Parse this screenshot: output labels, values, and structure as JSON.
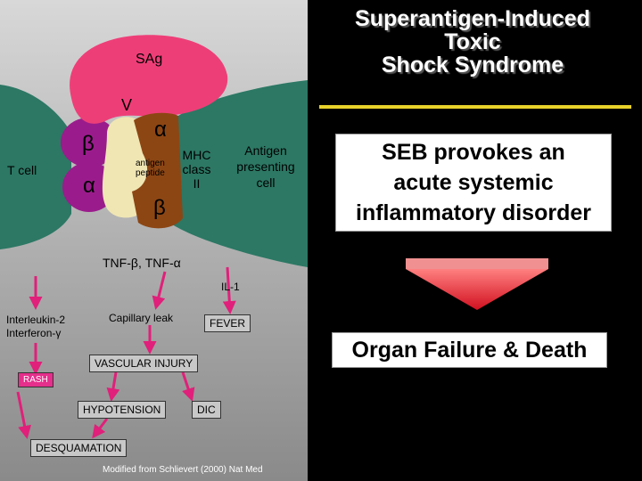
{
  "title": {
    "line1": "Superantigen-Induced",
    "line2": "Toxic",
    "line3": "Shock Syndrome"
  },
  "seb_box": {
    "line1": "SEB provokes an",
    "line2": "acute systemic",
    "line3": "inflammatory disorder"
  },
  "outcome_box": {
    "text": "Organ Failure & Death"
  },
  "diagram": {
    "sag_label": "SAg",
    "v_label": "V",
    "t_cell_label": "T cell",
    "tcr_beta": "β",
    "tcr_alpha": "α",
    "mhc_alpha": "α",
    "mhc_beta": "β",
    "antigen_peptide_line1": "antigen",
    "antigen_peptide_line2": "peptide",
    "mhc_line1": "MHC",
    "mhc_line2": "class",
    "mhc_line3": "II",
    "apc_line1": "Antigen",
    "apc_line2": "presenting",
    "apc_line3": "cell",
    "tnf_label_prefix": "TNF-",
    "tnf_beta": "β",
    "tnf_mid": ", TNF-",
    "tnf_alpha": "α",
    "il1": "IL-1",
    "il2_line1": "Interleukin-2",
    "il2_line2_prefix": "Interferon-",
    "gamma": "γ",
    "capillary_leak": "Capillary leak",
    "fever": "FEVER",
    "vascular_injury": "VASCULAR INJURY",
    "rash": "RASH",
    "hypotension": "HYPOTENSION",
    "dic": "DIC",
    "desquamation": "DESQUAMATION",
    "citation": "Modified from Schlievert (2000) Nat Med"
  },
  "colors": {
    "tcell_purple": "#9a1c8c",
    "peptide_yellow": "#f0e6b4",
    "mhc_brown": "#8c4614",
    "apc_green": "#2c7864",
    "sag_pink": "#ee3e78",
    "arrow_pink": "#e0207a",
    "title_bar": "#e8d22a",
    "big_arrow": "#e82030"
  }
}
